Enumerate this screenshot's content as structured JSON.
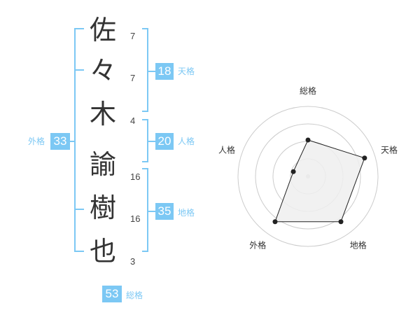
{
  "name_chars": [
    {
      "char": "佐",
      "strokes": "7"
    },
    {
      "char": "々",
      "strokes": "7"
    },
    {
      "char": "木",
      "strokes": "4"
    },
    {
      "char": "諭",
      "strokes": "16"
    },
    {
      "char": "樹",
      "strokes": "16"
    },
    {
      "char": "也",
      "strokes": "3"
    }
  ],
  "kaku": {
    "tenkaku": {
      "value": "18",
      "label": "天格"
    },
    "jinkaku": {
      "value": "20",
      "label": "人格"
    },
    "chikaku": {
      "value": "35",
      "label": "地格"
    },
    "gaikaku": {
      "value": "33",
      "label": "外格"
    },
    "soukaku": {
      "value": "53",
      "label": "総格"
    }
  },
  "chart_data": {
    "type": "radar",
    "axes": [
      "総格",
      "天格",
      "地格",
      "外格",
      "人格"
    ],
    "values": [
      0.52,
      0.85,
      0.8,
      0.8,
      0.22
    ],
    "range": [
      0,
      1
    ],
    "rings": 4,
    "colors": {
      "fill": "#eeeeee",
      "line": "#222222",
      "ring": "#cccccc",
      "accent": "#7cc8f4"
    }
  }
}
